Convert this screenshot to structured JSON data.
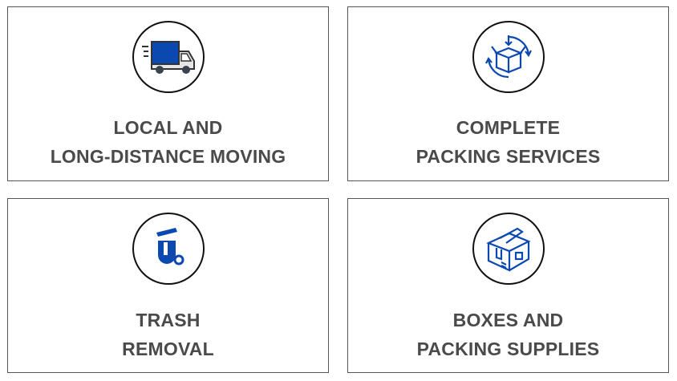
{
  "services": [
    {
      "icon": "truck-icon",
      "lines": [
        "LOCAL AND",
        "LONG-DISTANCE MOVING"
      ]
    },
    {
      "icon": "packing-box-icon",
      "lines": [
        "COMPLETE",
        "PACKING SERVICES"
      ]
    },
    {
      "icon": "trash-can-icon",
      "lines": [
        "TRASH",
        "REMOVAL"
      ]
    },
    {
      "icon": "taped-box-icon",
      "lines": [
        "BOXES AND",
        "PACKING SUPPLIES"
      ]
    }
  ],
  "colors": {
    "accent": "#0b49b0",
    "text": "#4a4a4a"
  }
}
